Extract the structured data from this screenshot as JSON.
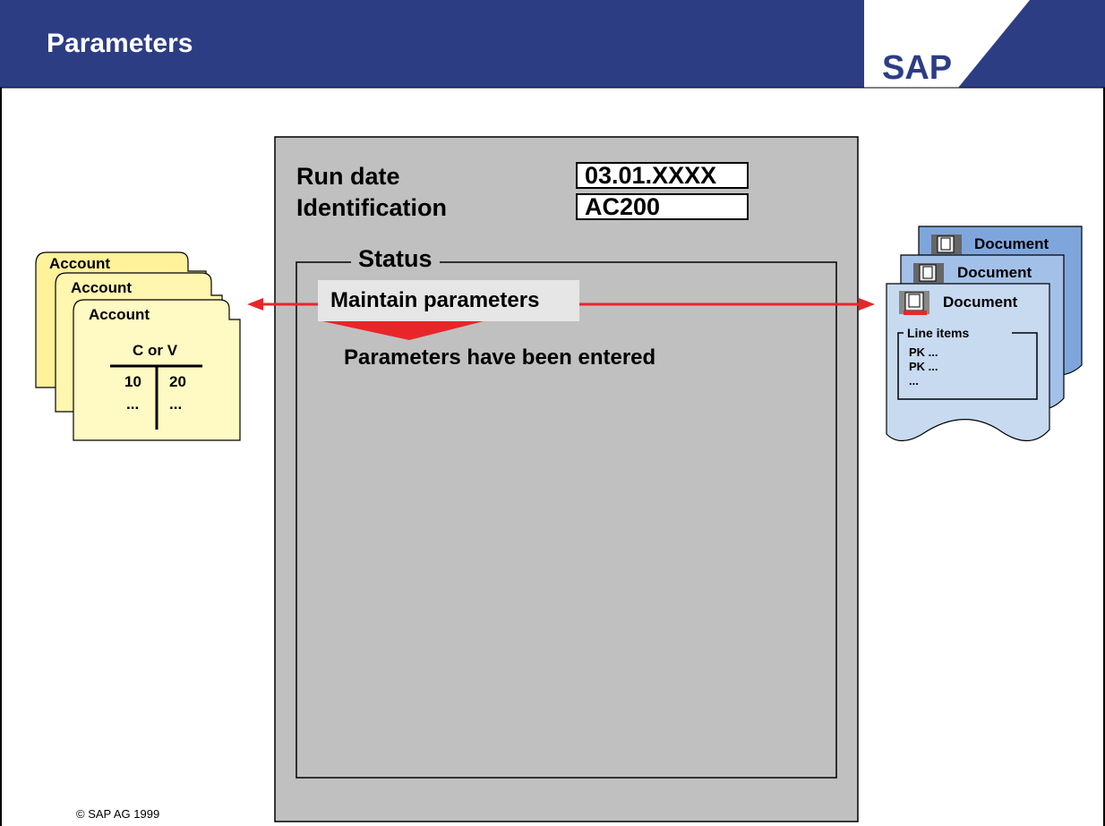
{
  "header": {
    "title": "Parameters",
    "logo_text": "SAP"
  },
  "footer": {
    "copyright": "©  SAP AG 1999"
  },
  "form": {
    "run_date_label": "Run date",
    "run_date_value": "03.01.XXXX",
    "identification_label": "Identification",
    "identification_value": "AC200"
  },
  "status": {
    "label": "Status",
    "step": "Maintain parameters",
    "result": "Parameters have been entered"
  },
  "accounts": {
    "card_label": "Account",
    "t_account_title": "C or V",
    "left_value": "10",
    "right_value": "20",
    "ellipsis": "..."
  },
  "documents": {
    "card_label": "Document",
    "line_items_label": "Line items",
    "rows": [
      "PK ...",
      "PK ...",
      "..."
    ]
  },
  "colors": {
    "header_blue": "#2d3d84",
    "panel_gray": "#c0c0c0",
    "account_yellow": "#fff9c3",
    "document_blue": "#c7daf0",
    "arrow_red": "#e8262a"
  }
}
